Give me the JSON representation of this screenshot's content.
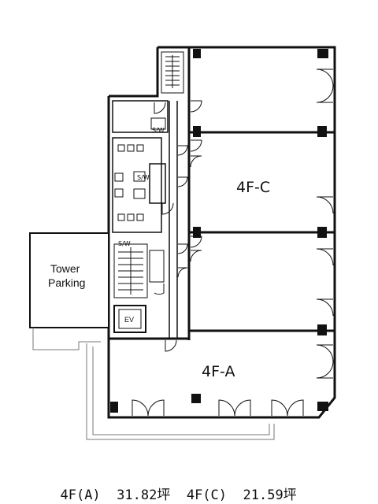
{
  "labels": {
    "unit_c": "4F-C",
    "unit_a": "4F-A",
    "parking_line1": "Tower",
    "parking_line2": "Parking",
    "elevator": "EV",
    "sw_top": "S/W",
    "sw_mid": "S/W",
    "sw_lower": "S/W"
  },
  "caption": {
    "unit_a_name": "4F(A)",
    "unit_a_area": "31.82坪",
    "unit_c_name": "4F(C)",
    "unit_c_area": "21.59坪"
  }
}
